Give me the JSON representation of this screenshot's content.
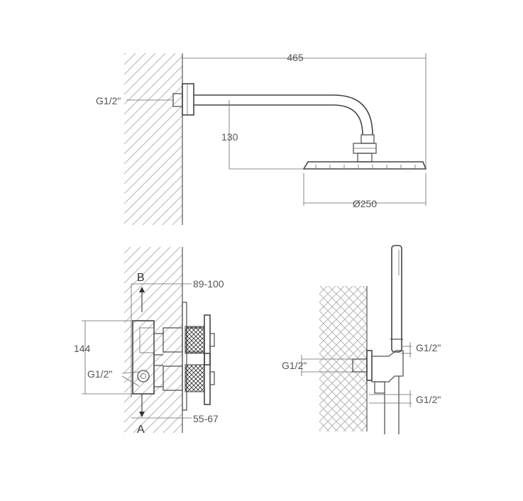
{
  "top_view": {
    "width_dim": "465",
    "thread_label": "G1/2\"",
    "height_dim": "130",
    "diameter_dim": "Ø250"
  },
  "mixer_view": {
    "outlet_b": "B",
    "outlet_a": "A",
    "depth_max_dim": "89-100",
    "depth_min_dim": "55-67",
    "height_dim": "144",
    "thread_label": "G1/2\""
  },
  "handshower_view": {
    "thread_top": "G1/2\"",
    "thread_left": "G1/2\"",
    "thread_bottom": "G1/2\""
  }
}
